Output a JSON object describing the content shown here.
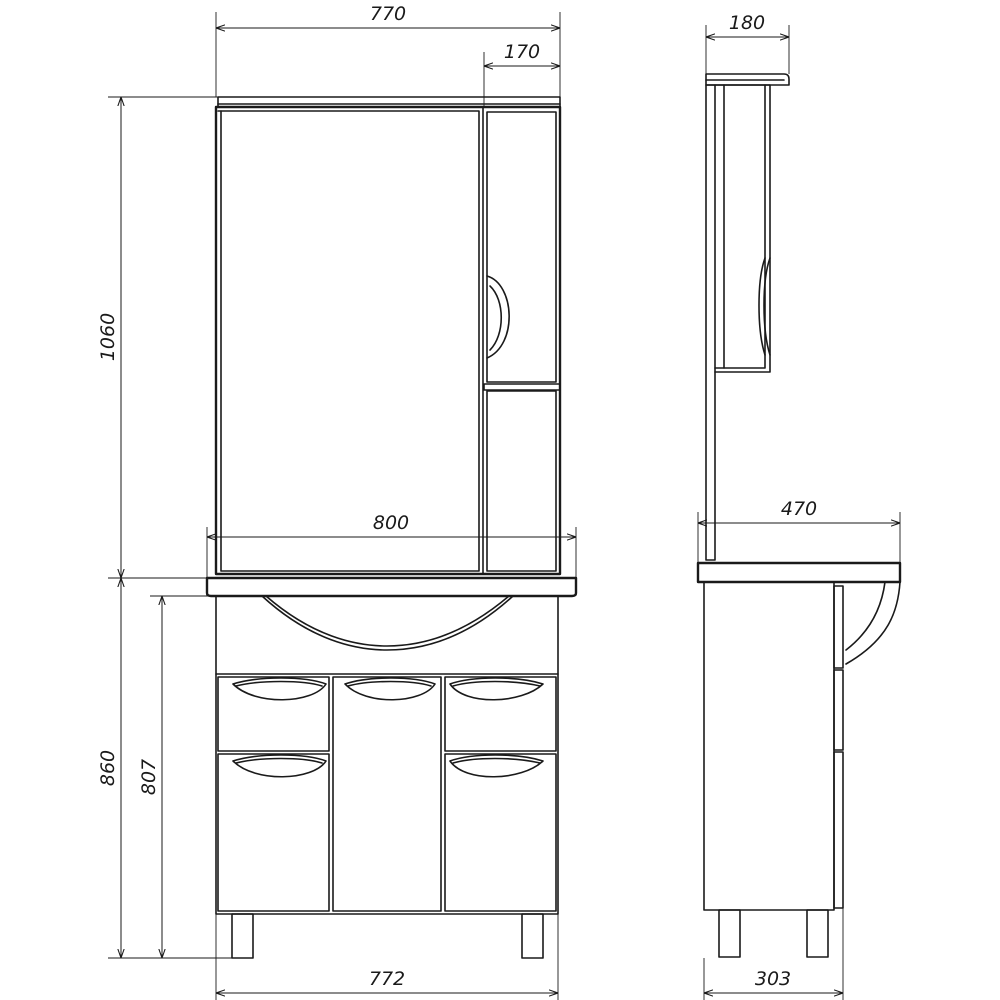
{
  "dimensions": {
    "top_width": "770",
    "right_module_width": "170",
    "mirror_depth": "180",
    "mirror_height": "1060",
    "basin_width": "800",
    "basin_depth": "470",
    "total_height": "860",
    "cabinet_height": "807",
    "bottom_width": "772",
    "cabinet_depth": "303"
  }
}
